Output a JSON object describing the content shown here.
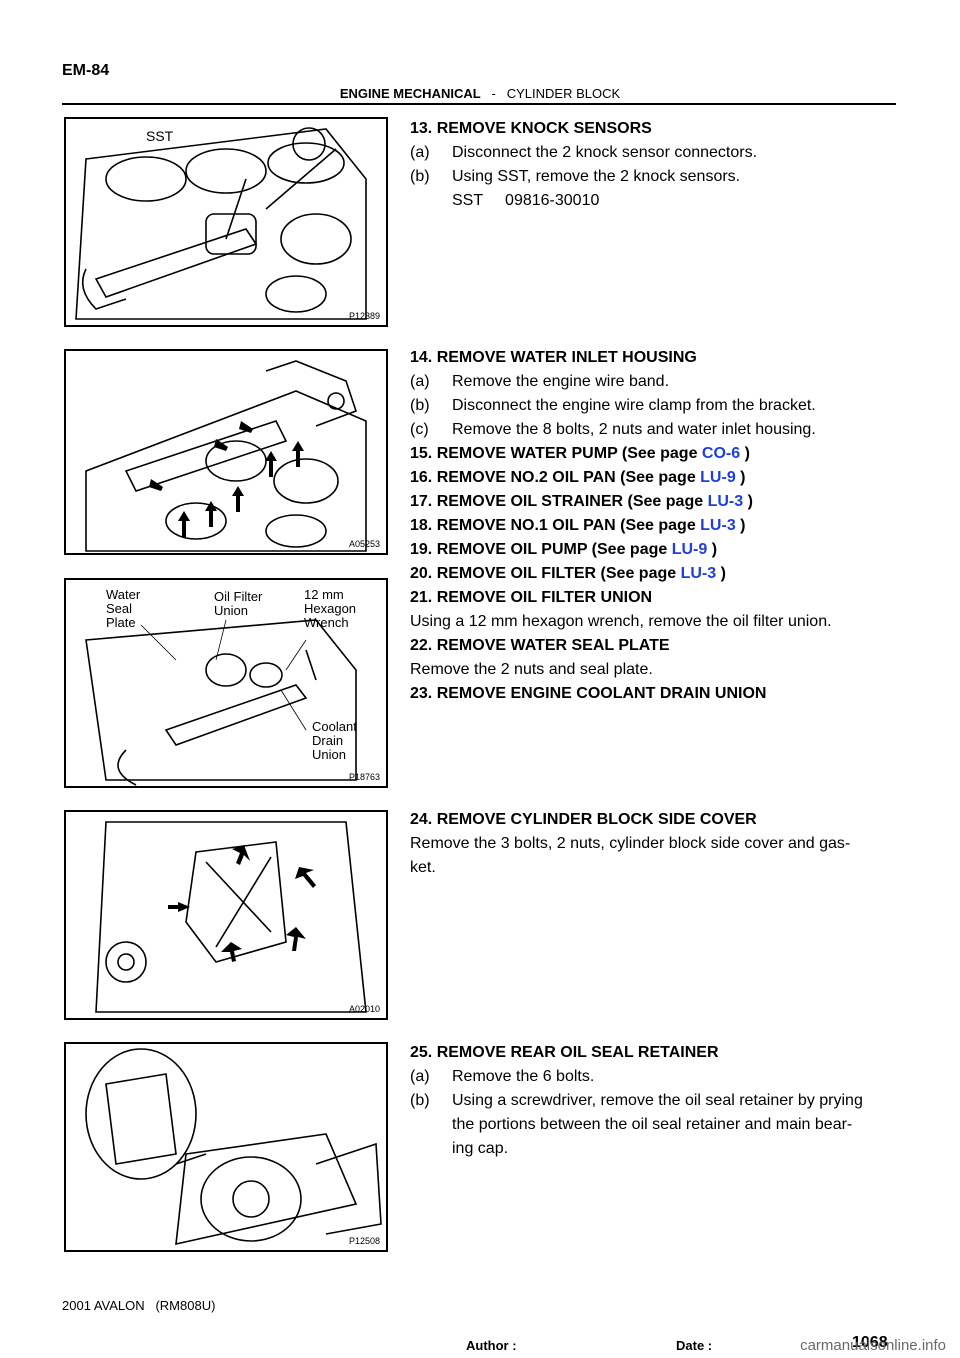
{
  "header": {
    "page_code": "EM-84",
    "section": "ENGINE MECHANICAL",
    "separator": "-",
    "subsection": "CYLINDER BLOCK"
  },
  "figures": [
    {
      "id": "P12389",
      "labels": [
        "SST"
      ]
    },
    {
      "id": "A05253",
      "labels": []
    },
    {
      "id": "P18763",
      "labels": [
        "Water\nSeal\nPlate",
        "Oil Filter\nUnion",
        "12 mm\nHexagon\nWrench",
        "Coolant\nDrain\nUnion"
      ]
    },
    {
      "id": "A02010",
      "labels": []
    },
    {
      "id": "P12508",
      "labels": []
    }
  ],
  "blocks": [
    {
      "lines": [
        {
          "kind": "step",
          "text": "13.  REMOVE KNOCK SENSORS"
        },
        {
          "kind": "sub",
          "key": "(a)",
          "text": "Disconnect the 2 knock sensor connectors."
        },
        {
          "kind": "sub",
          "key": "(b)",
          "text": "Using SST, remove the 2 knock sensors."
        },
        {
          "kind": "ind",
          "text": "SST     09816-30010"
        }
      ]
    },
    {
      "lines": [
        {
          "kind": "step",
          "text": "14.  REMOVE WATER INLET HOUSING"
        },
        {
          "kind": "sub",
          "key": "(a)",
          "text": "Remove the engine wire band."
        },
        {
          "kind": "sub",
          "key": "(b)",
          "text": "Disconnect the engine wire clamp from the bracket."
        },
        {
          "kind": "sub",
          "key": "(c)",
          "text": "Remove the 8 bolts, 2 nuts and water inlet housing."
        },
        {
          "kind": "step",
          "text": "15.  REMOVE WATER PUMP (See page ",
          "link": "CO-6",
          "tail": " )"
        },
        {
          "kind": "step",
          "text": "16.  REMOVE NO.2 OIL PAN (See page ",
          "link": "LU-9",
          "tail": " )"
        },
        {
          "kind": "step",
          "text": "17.  REMOVE OIL STRAINER (See page ",
          "link": "LU-3",
          "tail": " )"
        },
        {
          "kind": "step",
          "text": "18.  REMOVE NO.1 OIL PAN (See page ",
          "link": "LU-3",
          "tail": " )"
        },
        {
          "kind": "step",
          "text": "19.  REMOVE OIL PUMP (See page ",
          "link": "LU-9",
          "tail": " )"
        },
        {
          "kind": "step",
          "text": "20.  REMOVE OIL FILTER (See page ",
          "link": "LU-3",
          "tail": " )"
        },
        {
          "kind": "step",
          "text": "21.  REMOVE OIL FILTER UNION"
        },
        {
          "kind": "plain",
          "text": "Using a 12 mm hexagon wrench, remove the oil filter union."
        },
        {
          "kind": "step",
          "text": "22.  REMOVE WATER SEAL PLATE"
        },
        {
          "kind": "plain",
          "text": "Remove the 2 nuts and seal plate."
        },
        {
          "kind": "step",
          "text": "23.  REMOVE ENGINE COOLANT DRAIN UNION"
        }
      ]
    },
    {
      "lines": [
        {
          "kind": "step",
          "text": "24.  REMOVE CYLINDER BLOCK SIDE COVER"
        },
        {
          "kind": "plain",
          "text": "Remove the 3 bolts, 2 nuts, cylinder block side cover and gas-"
        },
        {
          "kind": "plain",
          "text": "ket."
        }
      ]
    },
    {
      "lines": [
        {
          "kind": "step",
          "text": "25.  REMOVE REAR OIL SEAL RETAINER"
        },
        {
          "kind": "sub",
          "key": "(a)",
          "text": "Remove the 6 bolts."
        },
        {
          "kind": "sub",
          "key": "(b)",
          "text": "Using a screwdriver, remove the oil seal retainer by prying"
        },
        {
          "kind": "ind",
          "text": "the portions between the oil seal retainer and main bear-"
        },
        {
          "kind": "ind",
          "text": "ing cap."
        }
      ]
    }
  ],
  "footer": {
    "model": "2001 AVALON   (RM808U)",
    "page_number": "1068",
    "author_label": "Author :",
    "date_label": "Date :"
  },
  "watermark": "carmanualsonline.info"
}
